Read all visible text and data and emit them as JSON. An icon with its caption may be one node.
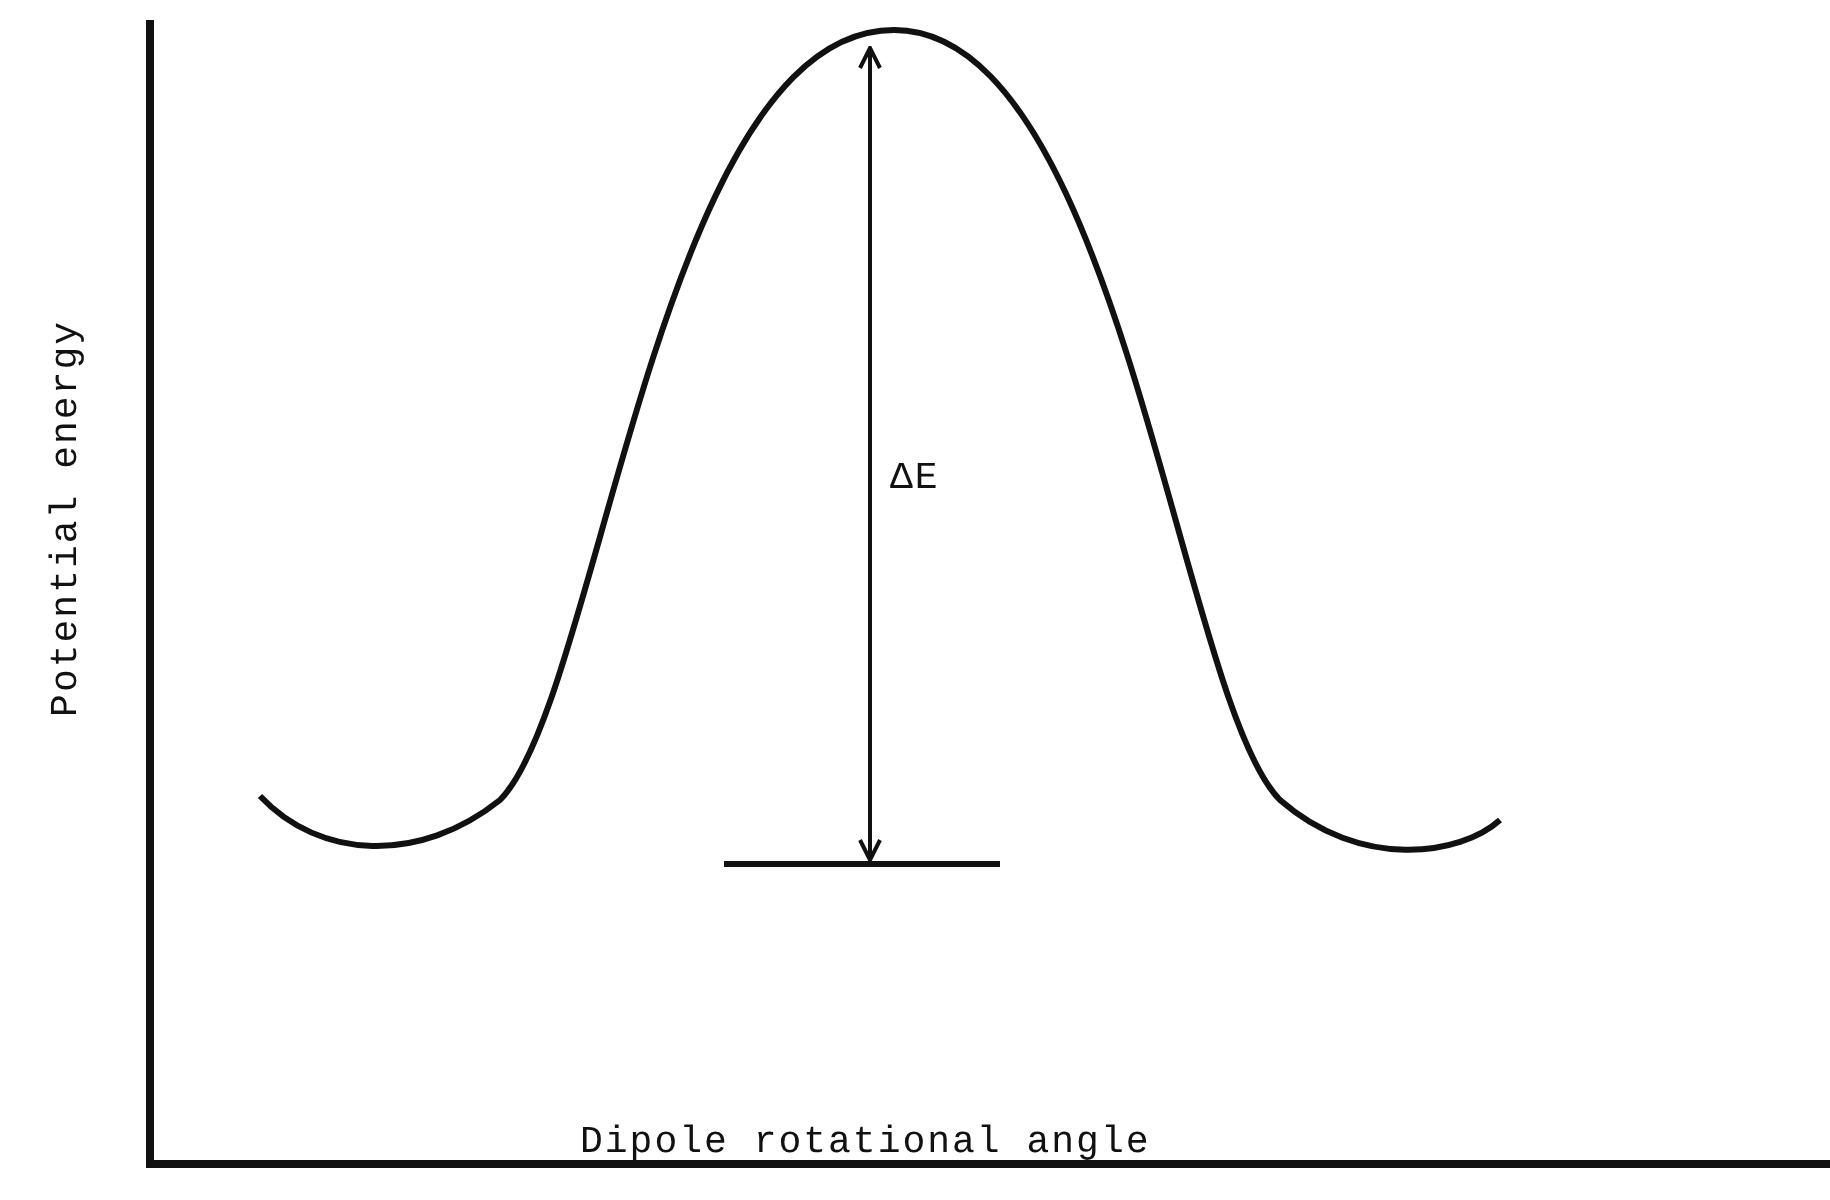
{
  "diagram": {
    "labels": [
      "Potential energy",
      "ΔE",
      "Dipole rotational angle"
    ]
  }
}
